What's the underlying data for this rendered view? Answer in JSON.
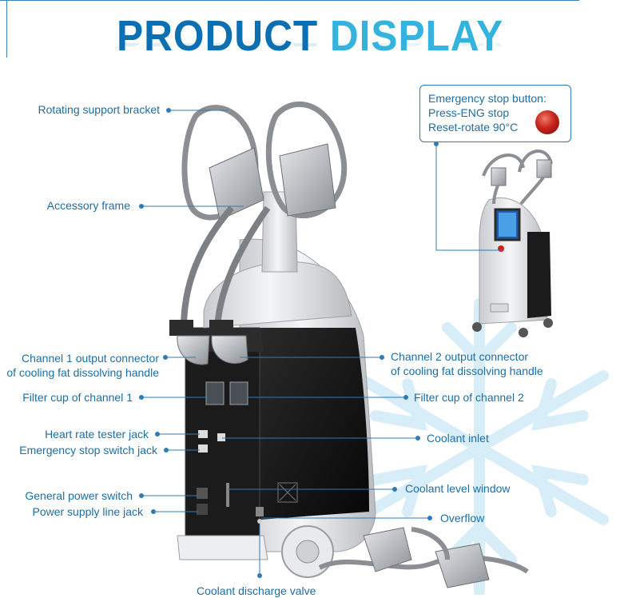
{
  "title": {
    "word1": "PRODUCT",
    "word2": "DISPLAY"
  },
  "emergency_box": {
    "line1": "Emergency stop button:",
    "line2": "Press-ENG stop",
    "line3": "Reset-rotate 90°C"
  },
  "labels": {
    "rotating_bracket": "Rotating support bracket",
    "accessory_frame": "Accessory frame",
    "ch1_connector_1": "Channel 1 output connector",
    "ch1_connector_2": "of cooling fat dissolving handle",
    "ch2_connector_1": "Channel 2 output connector",
    "ch2_connector_2": "of cooling fat dissolving handle",
    "filter_ch1": "Filter cup of channel 1",
    "filter_ch2": "Filter cup of channel 2",
    "heart_rate_jack": "Heart rate tester jack",
    "estop_switch_jack": "Emergency stop switch jack",
    "coolant_inlet": "Coolant inlet",
    "power_switch": "General power switch",
    "power_line_jack": "Power supply line jack",
    "coolant_level": "Coolant level window",
    "overflow": "Overflow",
    "discharge_valve": "Coolant discharge valve"
  },
  "colors": {
    "title_dark": "#0b6fb3",
    "title_light": "#35b3df",
    "label": "#1c6ea8",
    "leader": "#2e7bb7",
    "button_red": "#c8241c",
    "device_body": "#1a1a1a",
    "device_shell": "#e6e8ea",
    "snowflake": "#d3ecf7"
  }
}
